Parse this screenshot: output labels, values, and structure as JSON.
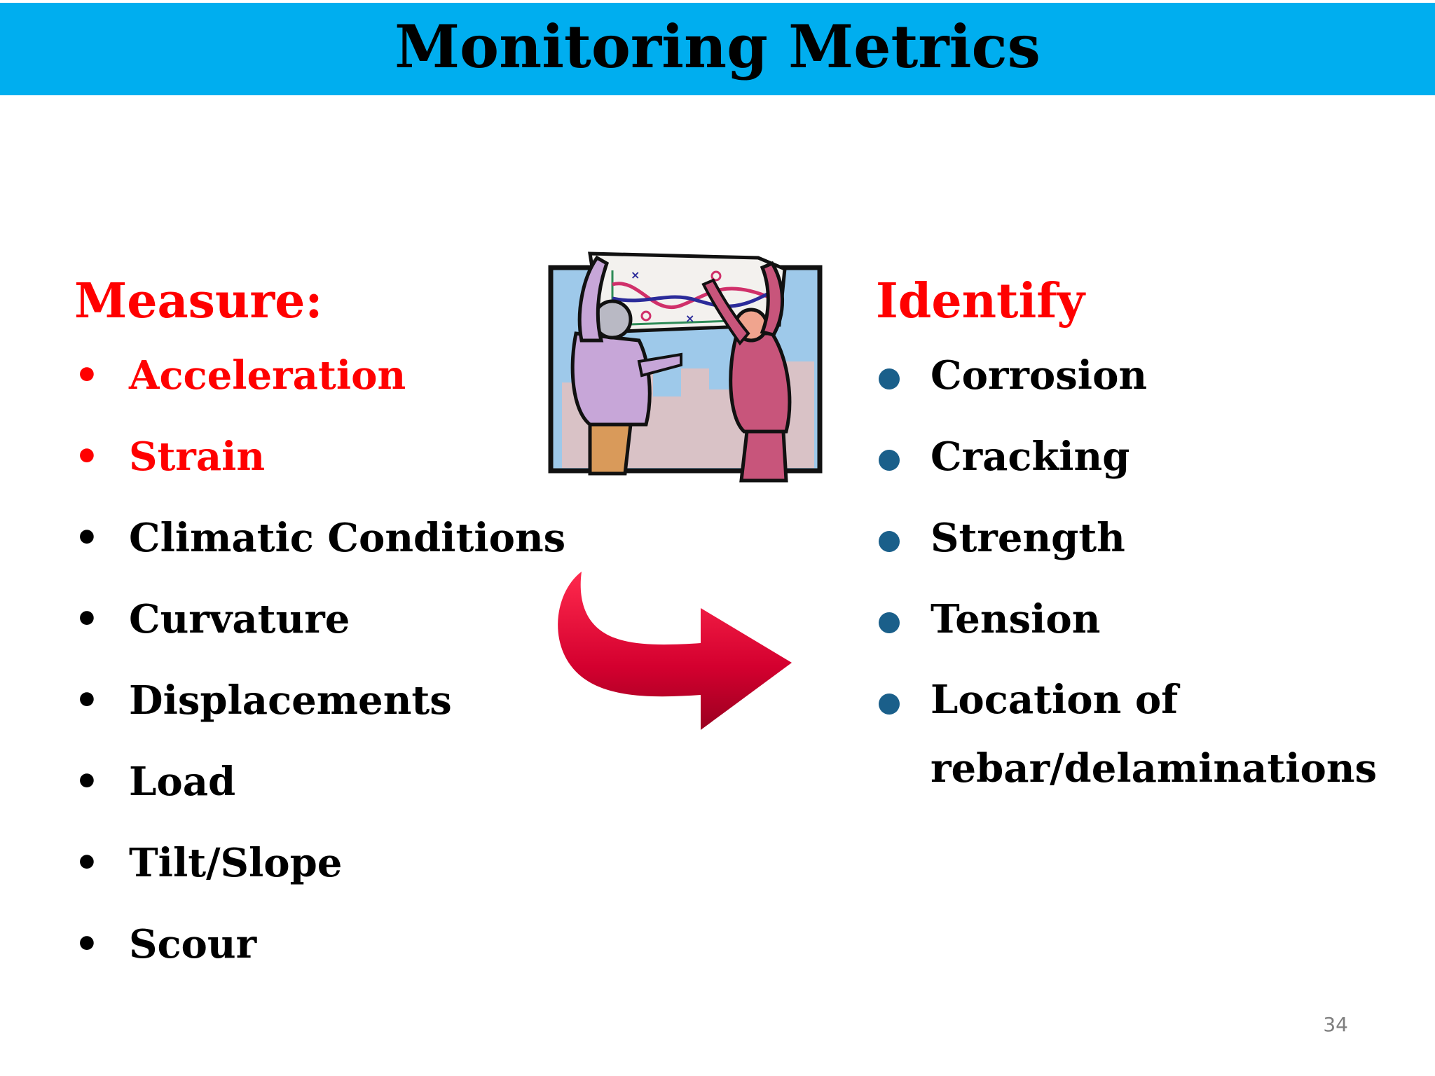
{
  "slide": {
    "title": "Monitoring Metrics",
    "page_number": "34"
  },
  "measure": {
    "heading": "Measure:",
    "heading_color": "#ff0000",
    "items": [
      {
        "label": "Acceleration",
        "color": "#ff0000"
      },
      {
        "label": "Strain",
        "color": "#ff0000"
      },
      {
        "label": "Climatic Conditions",
        "color": "#000000"
      },
      {
        "label": "Curvature",
        "color": "#000000"
      },
      {
        "label": "Displacements",
        "color": "#000000"
      },
      {
        "label": "Load",
        "color": "#000000"
      },
      {
        "label": "Tilt/Slope",
        "color": "#000000"
      },
      {
        "label": "Scour",
        "color": "#000000"
      }
    ],
    "bullet": "•"
  },
  "identify": {
    "heading": "Identify",
    "heading_color": "#ff0000",
    "items": [
      {
        "label": "Corrosion"
      },
      {
        "label": "Cracking"
      },
      {
        "label": "Strength"
      },
      {
        "label": "Tension"
      },
      {
        "label": "Location of rebar/delaminations"
      }
    ],
    "bullet_color": "#1a5f8a"
  },
  "colors": {
    "title_bar": "#00aeef",
    "arrow": "#d4002f"
  },
  "icons": {
    "illustration": "people-holding-chart-icon",
    "arrow": "curved-arrow-right-icon"
  }
}
